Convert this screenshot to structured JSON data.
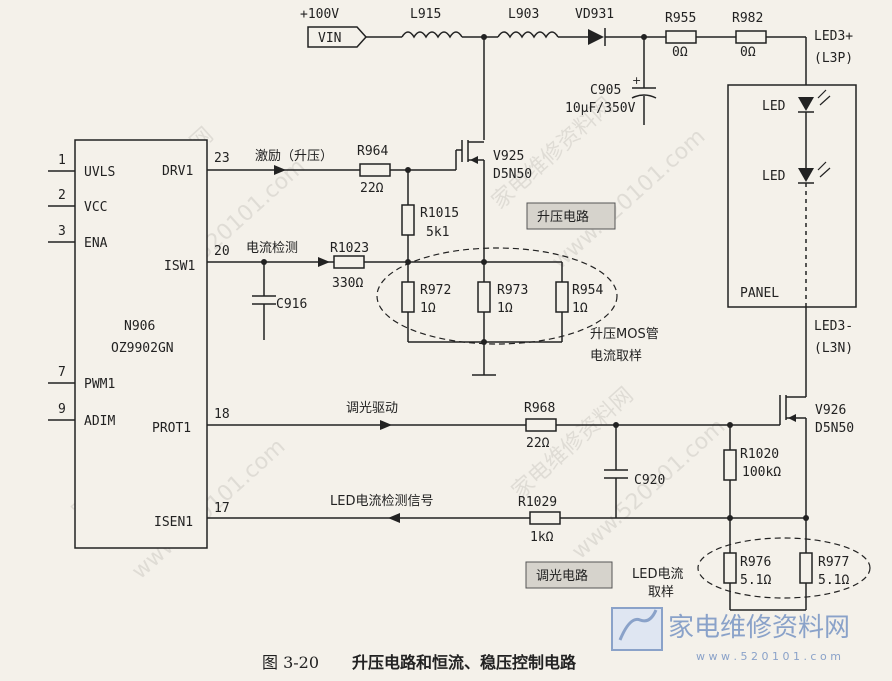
{
  "source": {
    "voltage": "+100V",
    "pin": "VIN"
  },
  "inductors": [
    {
      "ref": "L915"
    },
    {
      "ref": "L903"
    }
  ],
  "diode": {
    "ref": "VD931"
  },
  "resistors": {
    "r955": {
      "ref": "R955",
      "value": "0Ω"
    },
    "r982": {
      "ref": "R982",
      "value": "0Ω"
    },
    "r964": {
      "ref": "R964",
      "value": "22Ω"
    },
    "r1015": {
      "ref": "R1015",
      "value": "5k1"
    },
    "r1023": {
      "ref": "R1023",
      "value": "330Ω"
    },
    "r972": {
      "ref": "R972",
      "value": "1Ω"
    },
    "r973": {
      "ref": "R973",
      "value": "1Ω"
    },
    "r954": {
      "ref": "R954",
      "value": "1Ω"
    },
    "r968": {
      "ref": "R968",
      "value": "22Ω"
    },
    "r1020": {
      "ref": "R1020",
      "value": "100kΩ"
    },
    "r1029": {
      "ref": "R1029",
      "value": "1kΩ"
    },
    "r976": {
      "ref": "R976",
      "value": "5.1Ω"
    },
    "r977": {
      "ref": "R977",
      "value": "5.1Ω"
    }
  },
  "capacitors": {
    "c905": {
      "ref": "C905",
      "value": "10μF/350V"
    },
    "c916": {
      "ref": "C916"
    },
    "c920": {
      "ref": "C920"
    }
  },
  "mosfets": {
    "v925": {
      "ref": "V925",
      "part": "D5N50"
    },
    "v926": {
      "ref": "V926",
      "part": "D5N50"
    }
  },
  "ic": {
    "name": "N906",
    "part": "OZ9902GN",
    "left_pins": [
      {
        "num": "1",
        "name": "UVLS"
      },
      {
        "num": "2",
        "name": "VCC"
      },
      {
        "num": "3",
        "name": "ENA"
      },
      {
        "num": "7",
        "name": "PWM1"
      },
      {
        "num": "9",
        "name": "ADIM"
      }
    ],
    "right_pins": [
      {
        "num": "23",
        "name": "DRV1"
      },
      {
        "num": "20",
        "name": "ISW1"
      },
      {
        "num": "18",
        "name": "PROT1"
      },
      {
        "num": "17",
        "name": "ISEN1"
      }
    ]
  },
  "panel": {
    "title": "PANEL",
    "led_label": "LED",
    "plus_label": "LED3+",
    "plus_pin": "(L3P)",
    "minus_label": "LED3-",
    "minus_pin": "(L3N)"
  },
  "signals": {
    "drive": "激励（升压）",
    "current_detect": "电流检测",
    "dimming_drive": "调光驱动",
    "led_detect": "LED电流检测信号"
  },
  "notes": {
    "boost_circuit": "升压电路",
    "dimming_circuit": "调光电路",
    "mos_sampling_1": "升压MOS管",
    "mos_sampling_2": "电流取样",
    "led_sampling_1": "LED电流",
    "led_sampling_2": "取样"
  },
  "caption": {
    "number": "图 3-20",
    "title": "升压电路和恒流、稳压控制电路"
  },
  "watermark": {
    "text": "家电维修资料网",
    "url": "www.520101.com",
    "logo": "家电维修资料网",
    "logo_url": "w w w . 5 2 0 1 0 1 . c o m"
  }
}
